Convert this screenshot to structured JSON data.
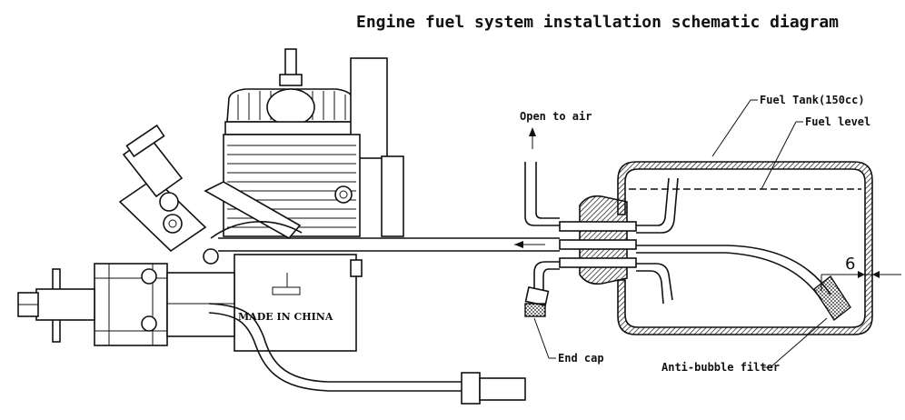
{
  "diagram": {
    "title": "Engine fuel system installation schematic diagram",
    "labels": {
      "open_to_air": "Open to air",
      "fuel_tank": "Fuel Tank(150cc)",
      "fuel_level": "Fuel level",
      "end_cap": "End cap",
      "anti_bubble_filter": "Anti-bubble filter",
      "made_in_china": "MADE IN CHINA",
      "dimension": "6"
    },
    "colors": {
      "line": "#111111",
      "background": "#ffffff"
    }
  }
}
